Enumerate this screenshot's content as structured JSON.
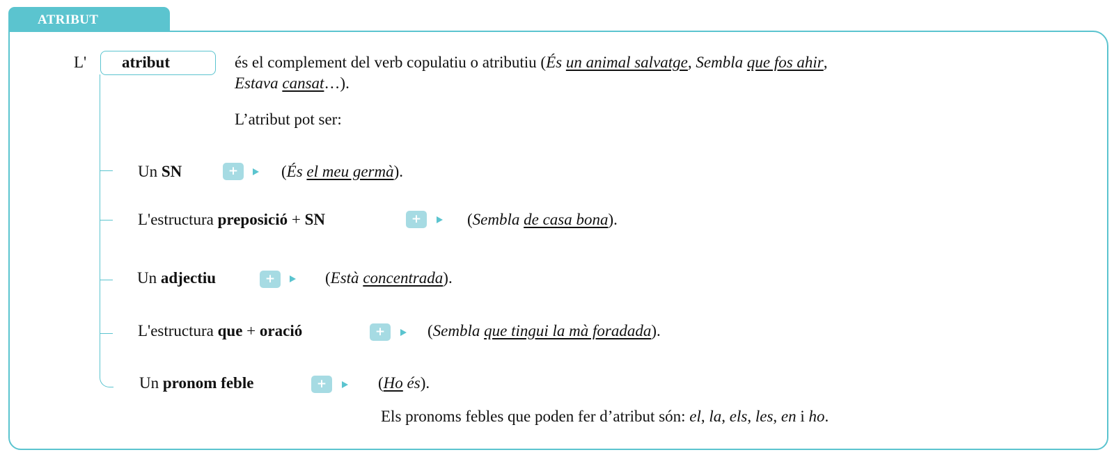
{
  "header": {
    "tab_label": "ATRIBUT"
  },
  "intro": {
    "prefix": "L'",
    "term": "atribut",
    "line1_plain": "és el complement del verb copulatiu o atributiu (",
    "line1_ex1_verb": "És ",
    "line1_ex1_attr": "un animal salvatge",
    "line1_sep1": ", ",
    "line1_ex2_verb": "Sembla ",
    "line1_ex2_attr": "que fos ahir",
    "line1_sep2": ",",
    "line2_ex3_verb": "Estava ",
    "line2_ex3_attr": "cansat",
    "line2_end": "…).",
    "can_be": "L’atribut pot ser:"
  },
  "items": [
    {
      "parts": [
        {
          "t": "Un "
        },
        {
          "t": "SN",
          "b": true
        }
      ],
      "example": [
        {
          "t": "("
        },
        {
          "t": "És ",
          "i": true
        },
        {
          "t": "el meu germà",
          "i": true,
          "u": true
        },
        {
          "t": ")."
        }
      ]
    },
    {
      "parts": [
        {
          "t": "L'estructura "
        },
        {
          "t": "preposició",
          "b": true
        },
        {
          "t": " + "
        },
        {
          "t": "SN",
          "b": true
        }
      ],
      "example": [
        {
          "t": "("
        },
        {
          "t": "Sembla ",
          "i": true
        },
        {
          "t": "de casa bona",
          "i": true,
          "u": true
        },
        {
          "t": ")."
        }
      ]
    },
    {
      "parts": [
        {
          "t": "Un "
        },
        {
          "t": "adjectiu",
          "b": true
        }
      ],
      "example": [
        {
          "t": "("
        },
        {
          "t": "Està ",
          "i": true
        },
        {
          "t": "concentrada",
          "i": true,
          "u": true
        },
        {
          "t": ")."
        }
      ]
    },
    {
      "parts": [
        {
          "t": "L'estructura "
        },
        {
          "t": "que",
          "b": true
        },
        {
          "t": " + "
        },
        {
          "t": "oració",
          "b": true
        }
      ],
      "example": [
        {
          "t": "("
        },
        {
          "t": "Sembla ",
          "i": true
        },
        {
          "t": "que tingui la mà foradada",
          "i": true,
          "u": true
        },
        {
          "t": ")."
        }
      ]
    },
    {
      "parts": [
        {
          "t": "Un "
        },
        {
          "t": "pronom feble",
          "b": true
        }
      ],
      "example": [
        {
          "t": "("
        },
        {
          "t": "Ho",
          "i": true,
          "u": true
        },
        {
          "t": " és",
          "i": true
        },
        {
          "t": ")."
        }
      ]
    }
  ],
  "expand_glyph": "+",
  "note": [
    {
      "t": "Els pronoms febles que poden fer d’atribut són: "
    },
    {
      "t": "el",
      "i": true
    },
    {
      "t": ", "
    },
    {
      "t": "la",
      "i": true
    },
    {
      "t": ", "
    },
    {
      "t": "els",
      "i": true
    },
    {
      "t": ", "
    },
    {
      "t": "les",
      "i": true
    },
    {
      "t": ", "
    },
    {
      "t": "en",
      "i": true
    },
    {
      "t": " i "
    },
    {
      "t": "ho",
      "i": true
    },
    {
      "t": "."
    }
  ],
  "colors": {
    "accent": "#5bc4cf",
    "button": "#a6dbe3",
    "text": "#111111"
  }
}
